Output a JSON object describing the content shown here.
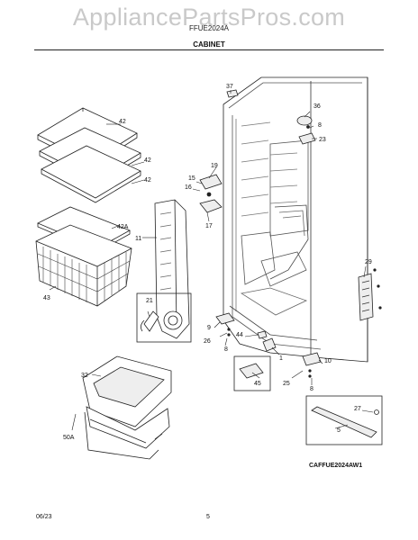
{
  "header": {
    "watermark": "AppliancePartsPros.com",
    "model": "FFUE2024A",
    "section_title": "CABINET"
  },
  "parts": {
    "p37": "37",
    "p36": "36",
    "p8a": "8",
    "p23": "23",
    "p42a": "42",
    "p42b": "42",
    "p42c": "42",
    "p42A": "42A",
    "p43": "43",
    "p19": "19",
    "p15": "15",
    "p16": "16",
    "p17": "17",
    "p11": "11",
    "p21": "21",
    "p29": "29",
    "p9": "9",
    "p44": "44",
    "p26": "26",
    "p8b": "8",
    "p1": "1",
    "p10": "10",
    "p45": "45",
    "p25": "25",
    "p8c": "8",
    "p27": "27",
    "p5": "5",
    "p32": "32",
    "p50A": "50A"
  },
  "footer": {
    "diagram_code": "CAFFUE2024AW1",
    "date": "06/23",
    "page_number": "5"
  }
}
